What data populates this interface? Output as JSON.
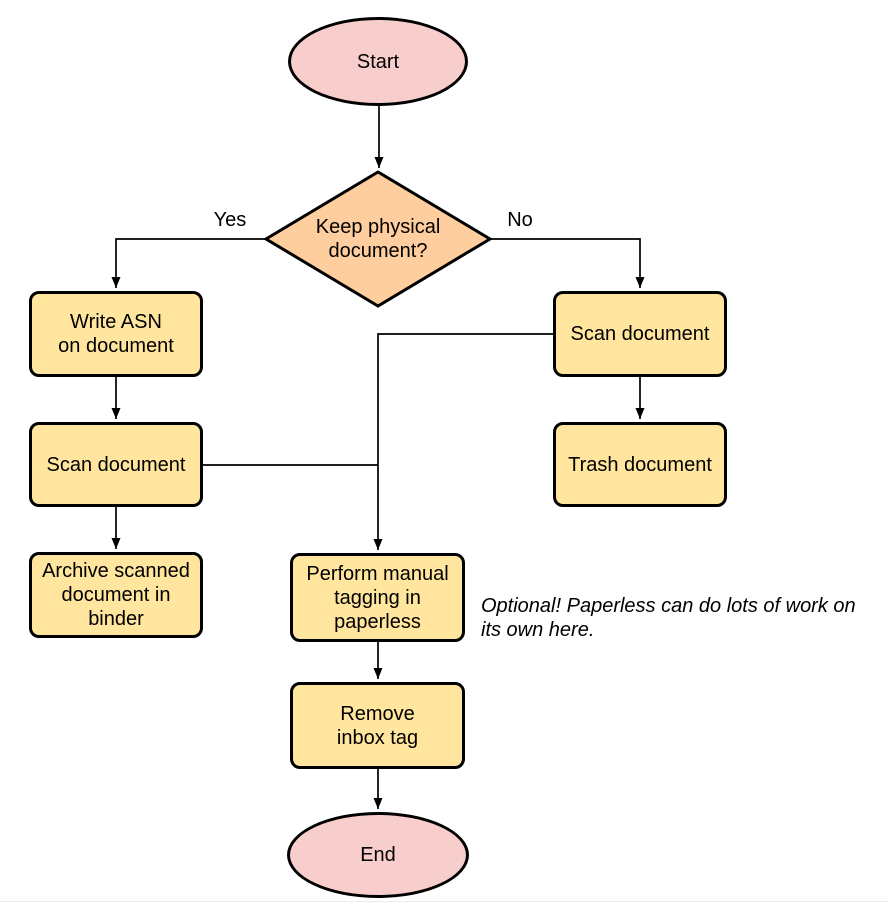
{
  "diagram": {
    "type": "flowchart",
    "nodes": {
      "start": {
        "label": "Start",
        "shape": "ellipse"
      },
      "decision": {
        "label": "Keep physical\ndocument?",
        "shape": "diamond"
      },
      "write_asn": {
        "label": "Write ASN\non document",
        "shape": "process"
      },
      "scan_left": {
        "label": "Scan document",
        "shape": "process"
      },
      "archive": {
        "label": "Archive scanned\ndocument in\nbinder",
        "shape": "process"
      },
      "scan_right": {
        "label": "Scan document",
        "shape": "process"
      },
      "trash": {
        "label": "Trash document",
        "shape": "process"
      },
      "perform": {
        "label": "Perform manual\ntagging in\npaperless",
        "shape": "process"
      },
      "remove": {
        "label": "Remove\ninbox tag",
        "shape": "process"
      },
      "end": {
        "label": "End",
        "shape": "ellipse"
      }
    },
    "edge_labels": {
      "yes": "Yes",
      "no": "No"
    },
    "note": {
      "lines": [
        "Optional! Paperless can do lots of work on",
        "its own here."
      ]
    },
    "edges": [
      "start -> decision",
      "decision -Yes-> write_asn",
      "decision -No-> scan_right",
      "write_asn -> scan_left",
      "scan_left -> perform",
      "scan_left -> archive",
      "scan_right -> perform",
      "scan_right -> trash",
      "perform -> remove",
      "remove -> end"
    ],
    "colors": {
      "terminal_fill": "#f8cecc",
      "decision_fill": "#ffce9e",
      "process_fill": "#ffe59d",
      "stroke": "#000000",
      "background": "#ffffff",
      "bottom_rule": "#e9edf0"
    }
  }
}
